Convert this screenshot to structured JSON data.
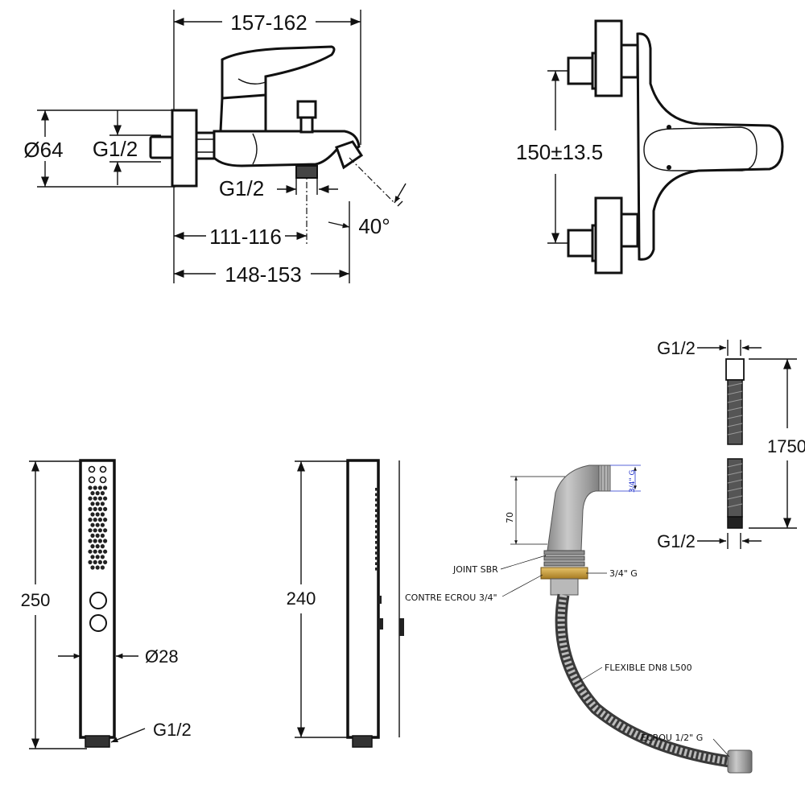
{
  "views": {
    "mixer_side": {
      "overall_width": "157-162",
      "body_diameter": "Ø64",
      "inlet_thread": "G1/2",
      "outlet_thread": "G1/2",
      "to_outlet_axis": "111-116",
      "to_spout": "148-153",
      "spout_angle": "40°"
    },
    "mixer_top": {
      "inlet_spacing": "150±13.5"
    },
    "hand_shower_front": {
      "length": "250",
      "diameter": "Ø28",
      "thread": "G1/2"
    },
    "hand_shower_side": {
      "length": "240"
    },
    "hose": {
      "top_thread": "G1/2",
      "bottom_thread": "G1/2",
      "length": "1750"
    },
    "outlet_kit": {
      "height": "70",
      "top_thread": "3/4\" G",
      "seal": "JOINT SBR",
      "lock_nut": "CONTRE ECROU 3/4\"",
      "nut_thread": "3/4\" G",
      "flexible": "FLEXIBLE DN8 L500",
      "end_nut": "ECROU 1/2\" G"
    }
  }
}
